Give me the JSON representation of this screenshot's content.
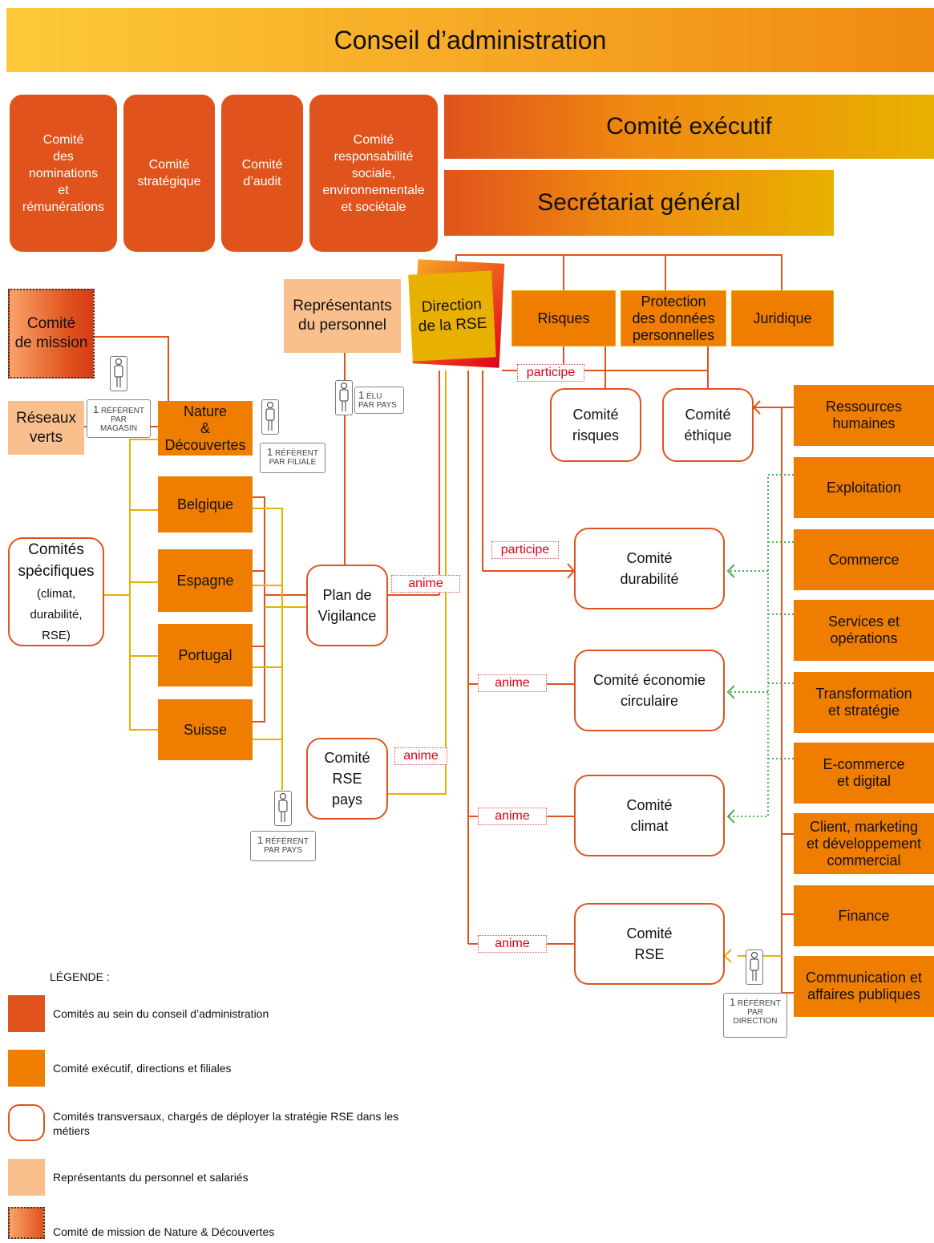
{
  "header": {
    "title": "Conseil d’administration"
  },
  "board_committees": [
    {
      "label": "Comité des nominations et rémunérations",
      "lines": [
        "Comité",
        "des",
        "nominations",
        "et",
        "rémunérations"
      ]
    },
    {
      "label": "Comité stratégique",
      "lines": [
        "Comité",
        "stratégique"
      ]
    },
    {
      "label": "Comité d’audit",
      "lines": [
        "Comité",
        "d’audit"
      ]
    },
    {
      "label": "Comité responsabilité sociale, environnementale et sociétale",
      "lines": [
        "Comité",
        "responsabilité",
        "sociale,",
        "environnementale",
        "et sociétale"
      ]
    }
  ],
  "executive": {
    "title": "Comité exécutif"
  },
  "secretariat": {
    "title": "Secrétariat général"
  },
  "direction_rse": {
    "lines": [
      "Direction",
      "de la RSE"
    ]
  },
  "secretariat_units": [
    {
      "lines": [
        "Risques"
      ]
    },
    {
      "lines": [
        "Protection",
        "des données",
        "personnelles"
      ]
    },
    {
      "lines": [
        "Juridique"
      ]
    }
  ],
  "staff_reps": {
    "lines": [
      "Représentants",
      "du personnel"
    ]
  },
  "mission": {
    "lines": [
      "Comité",
      "de mission"
    ]
  },
  "green_networks": {
    "lines": [
      "Réseaux",
      "verts"
    ]
  },
  "nature": {
    "lines": [
      "Nature",
      "&",
      "Découvertes"
    ]
  },
  "subsidiaries": [
    "Belgique",
    "Espagne",
    "Portugal",
    "Suisse"
  ],
  "specific_committees": {
    "lines": [
      "Comités",
      "spécifiques"
    ],
    "sub": [
      "(climat,",
      "durabilité,",
      "RSE)"
    ]
  },
  "vigilance": {
    "lines": [
      "Plan de",
      "Vigilance"
    ]
  },
  "rse_pays": {
    "lines": [
      "Comité",
      "RSE",
      "pays"
    ]
  },
  "committee_risques": {
    "lines": [
      "Comité",
      "risques"
    ]
  },
  "committee_ethique": {
    "lines": [
      "Comité",
      "éthique"
    ]
  },
  "committee_durabilite": {
    "lines": [
      "Comité",
      "durabilité"
    ]
  },
  "committee_economie": {
    "lines": [
      "Comité économie",
      "circulaire"
    ]
  },
  "committee_climat": {
    "lines": [
      "Comité",
      "climat"
    ]
  },
  "committee_rse": {
    "lines": [
      "Comité",
      "RSE"
    ]
  },
  "tags": {
    "participe": "participe",
    "anime": "anime"
  },
  "referents": {
    "magasin": {
      "num": "1",
      "lines": [
        "RÉFÉRENT",
        "PAR",
        "MAGASIN"
      ]
    },
    "filiale": {
      "num": "1",
      "lines": [
        "RÉFÉRENT",
        "PAR FILIALE"
      ]
    },
    "elu": {
      "num": "1",
      "lines": [
        "ÉLU",
        "PAR PAYS"
      ]
    },
    "pays": {
      "num": "1",
      "lines": [
        "RÉFÉRENT",
        "PAR PAYS"
      ]
    },
    "direction": {
      "num": "1",
      "lines": [
        "RÉFÉRENT",
        "PAR",
        "DIRECTION"
      ]
    }
  },
  "directions": [
    {
      "lines": [
        "Ressources",
        "humaines"
      ]
    },
    {
      "lines": [
        "Exploitation"
      ]
    },
    {
      "lines": [
        "Commerce"
      ]
    },
    {
      "lines": [
        "Services et",
        "opérations"
      ]
    },
    {
      "lines": [
        "Transformation",
        "et stratégie"
      ]
    },
    {
      "lines": [
        "E-commerce",
        "et digital"
      ]
    },
    {
      "lines": [
        "Client, marketing",
        "et développement",
        "commercial"
      ]
    },
    {
      "lines": [
        "Finance"
      ]
    },
    {
      "lines": [
        "Communication et",
        "affaires publiques"
      ]
    }
  ],
  "legend": {
    "title": "LÉGENDE :",
    "items": [
      {
        "text": "Comités au sein du conseil d’administration"
      },
      {
        "text": "Comité exécutif, directions et filiales"
      },
      {
        "text": "Comités transversaux, chargés de déployer la stratégie RSE dans les métiers"
      },
      {
        "text": "Représentants du personnel et salariés"
      },
      {
        "text": "Comité de mission de Nature & Découvertes"
      }
    ]
  },
  "colors": {
    "board": "#e0531c",
    "exec": "#ef7d00",
    "gold": "#e8b000",
    "staff": "#f9c08d",
    "tag_text": "#e2001a",
    "dotted_green": "#4caf50"
  }
}
